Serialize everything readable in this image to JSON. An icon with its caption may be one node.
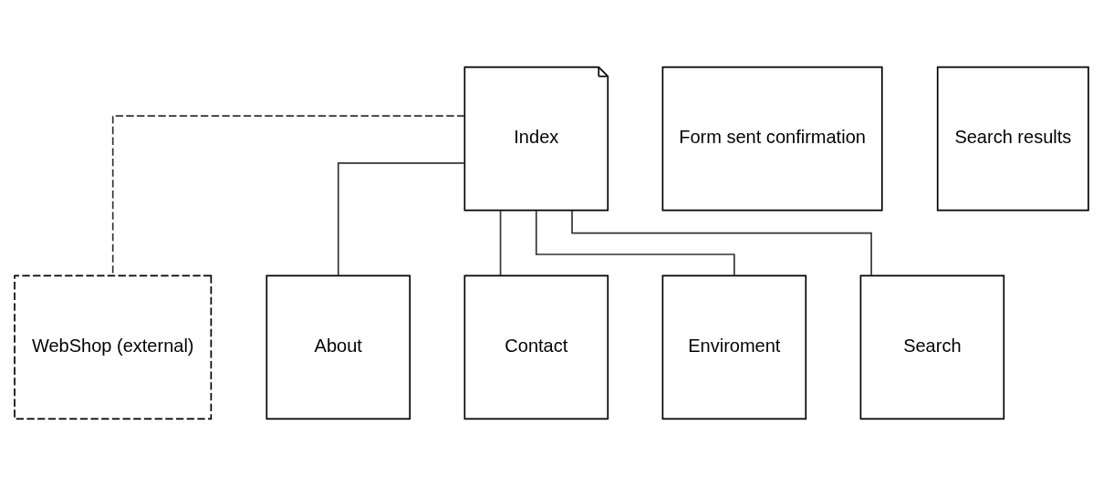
{
  "diagram": {
    "nodes": [
      {
        "text": [
          "Index"
        ]
      },
      {
        "text": [
          "WebShop (external)"
        ]
      },
      {
        "text": [
          "About"
        ]
      },
      {
        "text": [
          "Contact"
        ]
      },
      {
        "text": [
          "Enviroment"
        ]
      },
      {
        "text": [
          "Search"
        ]
      },
      {
        "text": [
          "Form sent confirmation"
        ]
      },
      {
        "text": [
          "Search results"
        ]
      }
    ],
    "edges": [
      {
        "from": 0,
        "to": 1,
        "arrow": "none",
        "style": "dashed"
      },
      {
        "from": 0,
        "to": 2,
        "arrow": "none"
      },
      {
        "from": 0,
        "to": 3,
        "arrow": "none"
      },
      {
        "from": 0,
        "to": 4,
        "arrow": "none"
      },
      {
        "from": 0,
        "to": 5,
        "arrow": "none"
      }
    ]
  }
}
